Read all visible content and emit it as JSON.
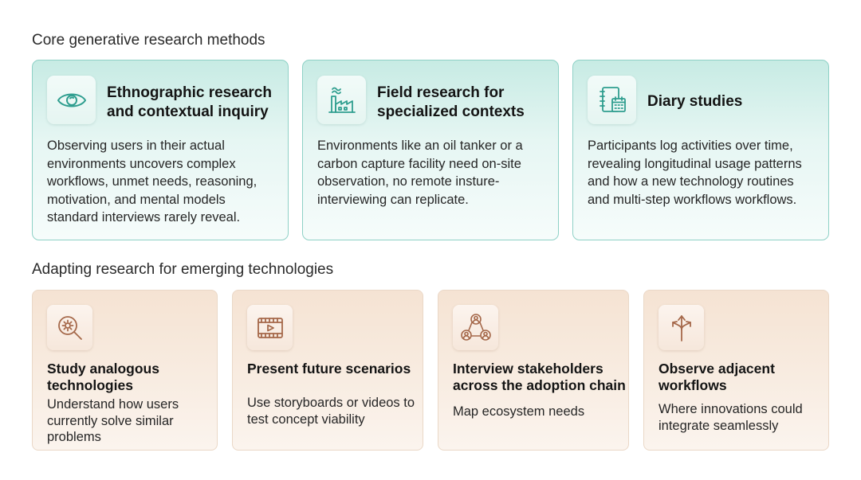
{
  "section1": {
    "title": "Core generative research methods",
    "cards": [
      {
        "icon": "eye-icon",
        "title_line1": "Ethnographic research",
        "title_line2": "and contextual inquiry",
        "body": "Observing users in their actual environments uncovers complex workflows, unmet needs, reasoning, motivation, and mental models standard interviews rarely reveal."
      },
      {
        "icon": "factory-icon",
        "title_line1": "Field research for",
        "title_line2": "specialized contexts",
        "body": "Environments like an oil tanker or a carbon capture facility need on-site observation, no remote insture-interviewing can replicate."
      },
      {
        "icon": "notebook-calendar-icon",
        "title_line1": "Diary studies",
        "body": "Participants log activities over time, revealing longitudinal usage patterns and how a new technology routines and multi-step workflows workflows."
      }
    ]
  },
  "section2": {
    "title": "Adapting research for emerging technologies",
    "cards": [
      {
        "icon": "magnifier-gear-icon",
        "title": "Study analogous technologies",
        "body": "Understand how users currently solve similar problems"
      },
      {
        "icon": "video-player-icon",
        "title": "Present future scenarios",
        "body": "Use storyboards or videos to test concept viability"
      },
      {
        "icon": "stakeholder-network-icon",
        "title": "Interview stakeholders across the adoption chain",
        "body": "Map ecosystem needs"
      },
      {
        "icon": "diverging-arrows-icon",
        "title": "Observe adjacent workflows",
        "body": "Where innovations could integrate seamlessly"
      }
    ]
  },
  "colors": {
    "teal_accent": "#2f9e8f",
    "teal_border": "#8ed1c6",
    "peach_accent": "#a5684a",
    "peach_border": "#ead8c7"
  }
}
